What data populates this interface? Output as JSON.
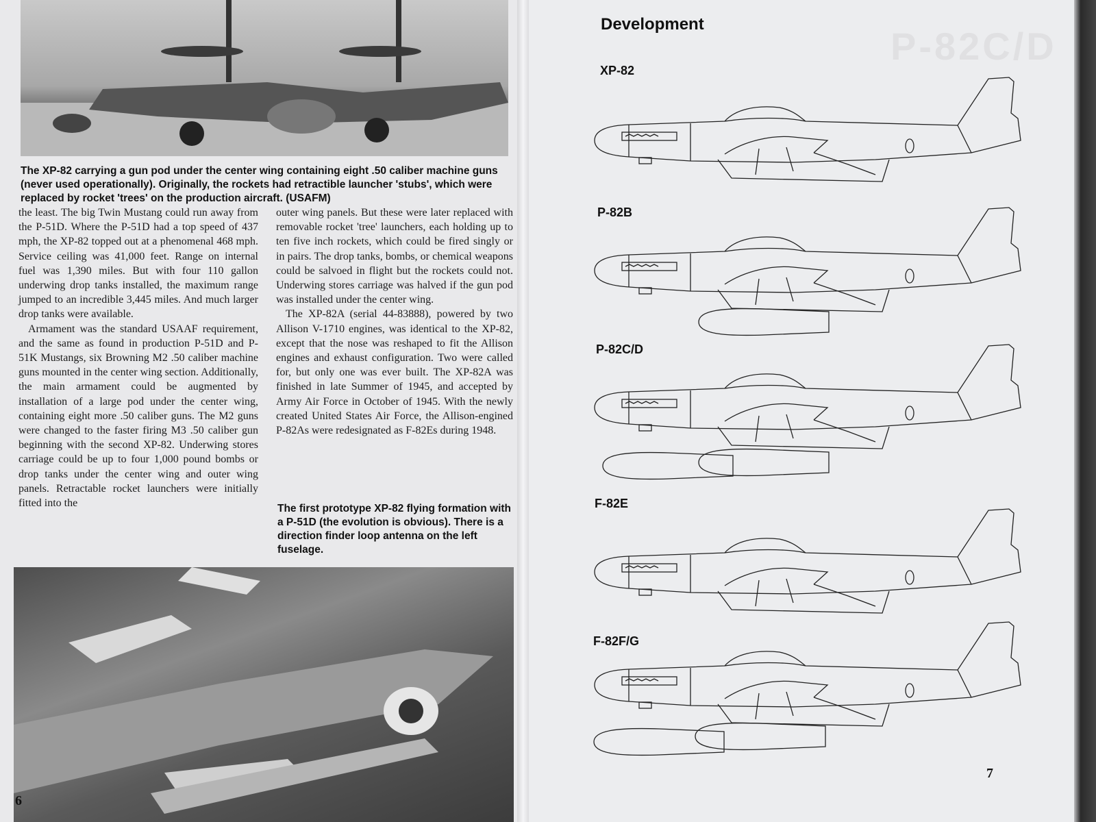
{
  "left_page": {
    "caption_top": "The XP-82 carrying a gun pod under the center wing containing eight .50 caliber machine guns (never used operationally). Originally, the rockets had retractible launcher 'stubs', which were replaced by rocket 'trees' on the production aircraft. (USAFM)",
    "column_1": [
      "the least. The big Twin Mustang could run away from the P-51D. Where the P-51D had a top speed of 437 mph, the XP-82 topped out at a phenomenal 468 mph. Service ceiling was 41,000 feet. Range on internal fuel was 1,390 miles. But with four 110 gallon underwing drop tanks installed, the maximum range jumped to an incredible 3,445 miles. And much larger drop tanks were available.",
      "Armament was the standard USAAF requirement, and the same as found in production P-51D and P-51K Mustangs, six Browning M2 .50 caliber machine guns mounted in the center wing section. Additionally, the main armament could be augmented by installation of a large pod under the center wing, containing eight more .50 caliber guns. The M2 guns were changed to the faster firing M3 .50 caliber gun beginning with the second XP-82. Underwing stores carriage could be up to four 1,000 pound bombs or drop tanks under the center wing and outer wing panels. Retractable rocket launchers were initially fitted into the"
    ],
    "column_2": [
      "outer wing panels. But these were later replaced with removable rocket 'tree' launchers, each holding up to ten five inch rockets, which could be fired singly or in pairs. The drop tanks, bombs, or chemical weapons could be salvoed in flight but the rockets could not. Underwing stores carriage was halved if the gun pod was installed under the center wing.",
      "The XP-82A (serial 44-83888), powered by two Allison V-1710 engines, was identical to the XP-82, except that the nose was reshaped to fit the Allison engines and exhaust configuration. Two were called for, but only one was ever built. The XP-82A was finished in late Summer of 1945, and accepted by Army Air Force in October of 1945. With the newly created United States Air Force, the Allison-engined P-82As were redesignated as F-82Es during 1948."
    ],
    "caption_bottom": "The first prototype XP-82 flying formation with a P-51D (the evolution is obvious). There is a direction finder loop antenna on the left fuselage.",
    "page_number": "6"
  },
  "right_page": {
    "title": "Development",
    "variants": [
      "XP-82",
      "P-82B",
      "P-82C/D",
      "F-82E",
      "F-82F/G"
    ],
    "page_number": "7"
  }
}
